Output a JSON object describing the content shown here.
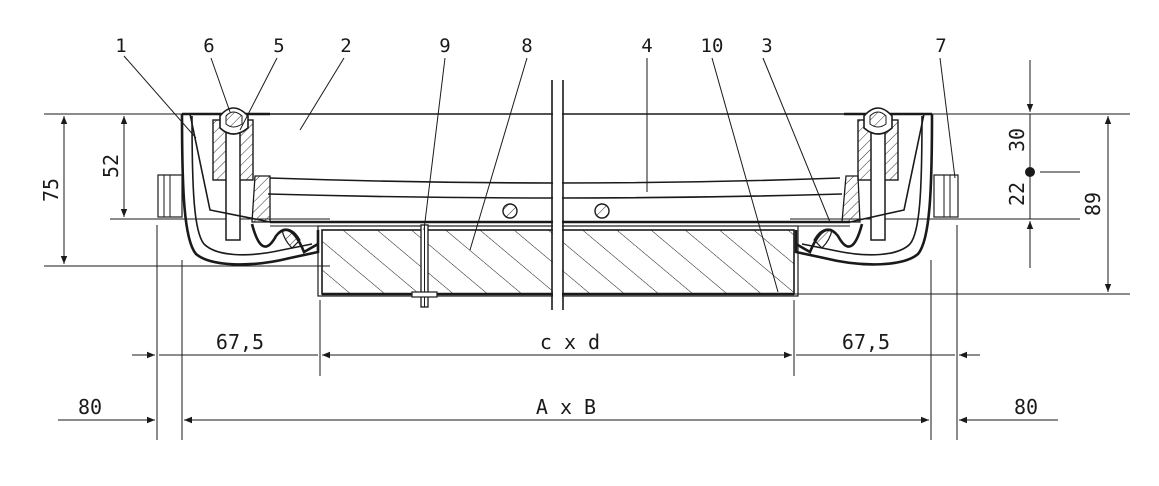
{
  "part_labels": [
    "1",
    "6",
    "5",
    "2",
    "9",
    "8",
    "4",
    "10",
    "3",
    "7"
  ],
  "dimensions": {
    "left_height_total": "75",
    "left_height_inner": "52",
    "right_upper": "30",
    "right_lower": "22",
    "right_total": "89",
    "flange_left": "67,5",
    "clear_opening": "c x d",
    "flange_right": "67,5",
    "outer_left": "80",
    "overall": "A x B",
    "outer_right": "80"
  },
  "colors": {
    "line": "#1a1a1a",
    "background": "#ffffff"
  }
}
